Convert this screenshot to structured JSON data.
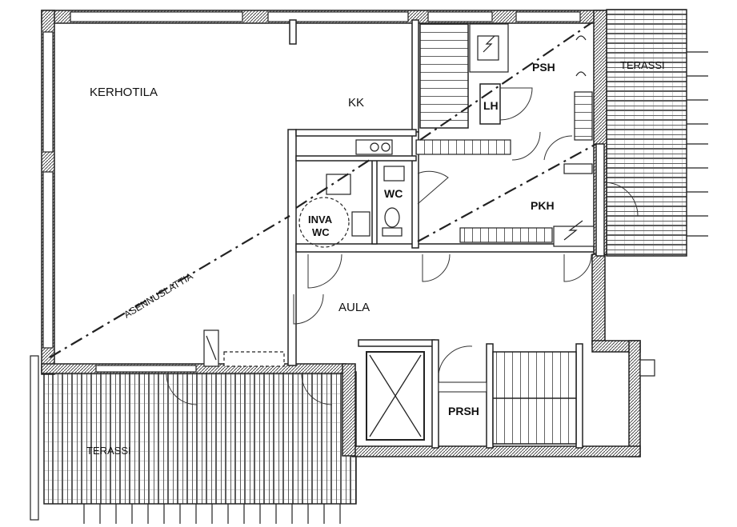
{
  "rooms": {
    "kerhotila": "KERHOTILA",
    "kk": "KK",
    "psh": "PSH",
    "lh": "LH",
    "terassi_east": "TERASSI",
    "wc": "WC",
    "inva_line1": "INVA",
    "inva_line2": "WC",
    "pkh": "PKH",
    "aula": "AULA",
    "prsh": "PRSH",
    "terassi_south": "TERASSI",
    "asennuslattia": "ASENNUSLATTIA"
  },
  "colors": {
    "line": "#222222",
    "background": "#ffffff"
  }
}
